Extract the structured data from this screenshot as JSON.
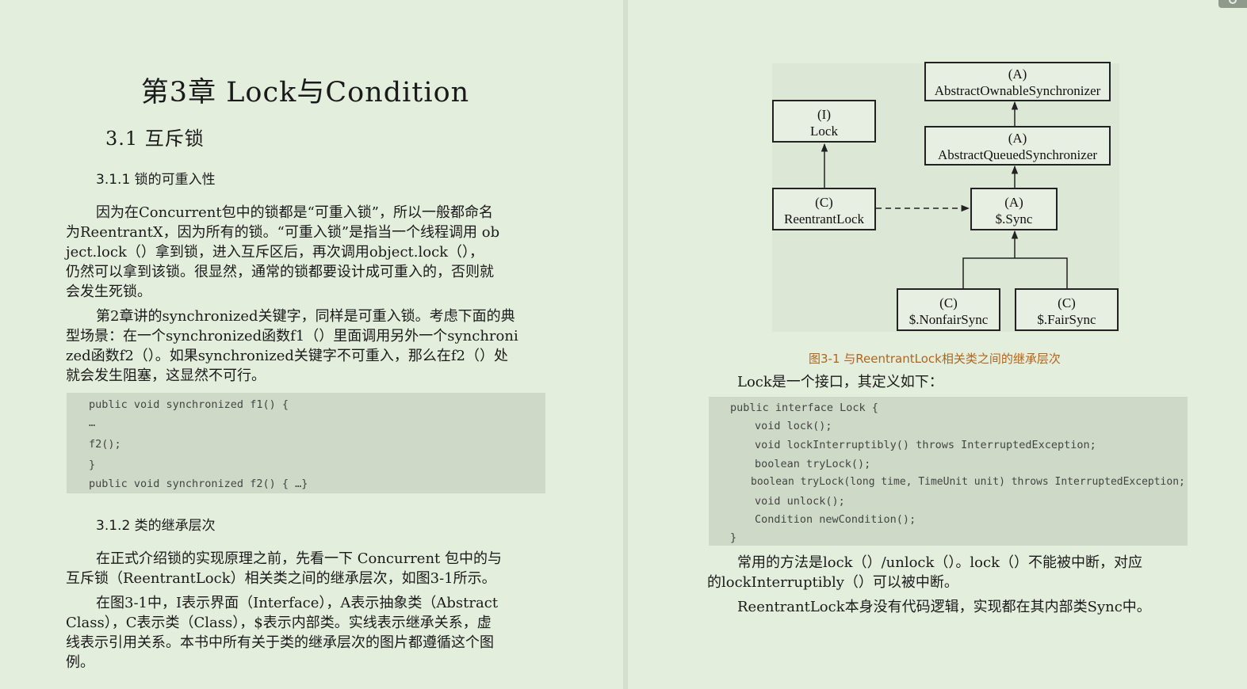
{
  "left": {
    "chapter_title": "第3章 Lock与Condition",
    "section_title": "3.1 互斥锁",
    "subsection_1": "3.1.1 锁的可重入性",
    "para1": [
      "因为在Concurrent包中的锁都是“可重入锁”，所以一般都命名",
      "为ReentrantX，因为所有的锁。“可重入锁”是指当一个线程调用 ob",
      "ject.lock（）拿到锁，进入互斥区后，再次调用object.lock（），",
      "仍然可以拿到该锁。很显然，通常的锁都要设计成可重入的，否则就",
      "会发生死锁。"
    ],
    "para2": [
      "第2章讲的synchronized关键字，同样是可重入锁。考虑下面的典",
      "型场景：在一个synchronized函数f1（）里面调用另外一个synchroni",
      "zed函数f2（）。如果synchronized关键字不可重入，那么在f2（）处",
      "就会发生阻塞，这显然不可行。"
    ],
    "code": [
      "public void synchronized f1() {",
      "…",
      "f2();",
      "}",
      "public void synchronized f2() { …}"
    ],
    "subsection_2": "3.1.2 类的继承层次",
    "para3": [
      "在正式介绍锁的实现原理之前，先看一下 Concurrent 包中的与",
      "互斥锁（ReentrantLock）相关类之间的继承层次，如图3-1所示。"
    ],
    "para4": [
      "在图3-1中，I表示界面（Interface），A表示抽象类（Abstract",
      "Class），C表示类（Class），$表示内部类。实线表示继承关系，虚",
      "线表示引用关系。本书中所有关于类的继承层次的图片都遵循这个图",
      "例。"
    ]
  },
  "right": {
    "figure": {
      "nodes": {
        "aos": {
          "tag": "(A)",
          "name": "AbstractOwnableSynchronizer"
        },
        "lock": {
          "tag": "(I)",
          "name": "Lock"
        },
        "aqs": {
          "tag": "(A)",
          "name": "AbstractQueuedSynchronizer"
        },
        "reentrant": {
          "tag": "(C)",
          "name": "ReentrantLock"
        },
        "sync": {
          "tag": "(A)",
          "name": "$.Sync"
        },
        "nonfair": {
          "tag": "(C)",
          "name": "$.NonfairSync"
        },
        "fair": {
          "tag": "(C)",
          "name": "$.FairSync"
        }
      },
      "caption": "图3-1 与ReentrantLock相关类之间的继承层次"
    },
    "para1": "Lock是一个接口，其定义如下：",
    "code": [
      "public interface Lock {",
      "void lock();",
      "void lockInterruptibly() throws InterruptedException;",
      "boolean tryLock();",
      "boolean tryLock(long time, TimeUnit unit) throws InterruptedException;",
      "void unlock();",
      "Condition newCondition();",
      "}"
    ],
    "para2": [
      "常用的方法是lock（）/unlock（）。lock（）不能被中断，对应",
      "的lockInterruptibly（）可以被中断。"
    ],
    "para3": "ReentrantLock本身没有代码逻辑，实现都在其内部类Sync中。"
  }
}
